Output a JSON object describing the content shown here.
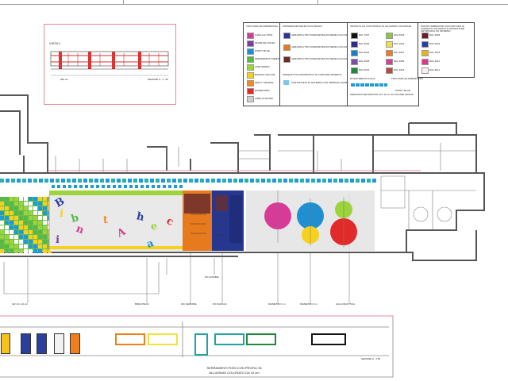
{
  "vista": {
    "title": "VISTA 1",
    "dim_label": "660 cm",
    "scale": "SEZIONE A - 1 : 50"
  },
  "legend_tipo": {
    "heading": "TIPO ANDLUR ARBORIONAL",
    "items": [
      {
        "label": "CADILLAC PINK",
        "color": "#d63c97"
      },
      {
        "label": "MOOR DE VIOLET",
        "color": "#7a3fa0"
      },
      {
        "label": "POPPY BLUE",
        "color": "#1f8fd0"
      },
      {
        "label": "PEPPERMINT GREEN",
        "color": "#56b848"
      },
      {
        "label": "LIME GREEN",
        "color": "#9cd43b"
      },
      {
        "label": "BANANA YELLOW",
        "color": "#f6d21e"
      },
      {
        "label": "ZESTY ORANGE",
        "color": "#f28a1e"
      },
      {
        "label": "POWER RED",
        "color": "#e12b2b"
      },
      {
        "label": "CIRRUS SILVER",
        "color": "#cfcfcf"
      }
    ]
  },
  "legend_pav": {
    "heading": "PAVIMENTAZIONE BLOCCO BAGNI",
    "items": [
      {
        "label": "CERAMICA TIPO MARAZZI BAGNI SERIE COLOURS FORMATO 15x15 COLORE BLUE",
        "color": "#27378f"
      },
      {
        "label": "CERAMICA TIPO MARAZZI BAGNI SERIE COLOURS FORMATO 15x15 COLORE ORANGE",
        "color": "#e87a1e"
      },
      {
        "label": "CERAMICA TIPO MARAZZI BAGNI SERIE COLOURS FORMATO 15x15 COLORE BROWN",
        "color": "#6a2d2d"
      }
    ],
    "sub_heading": "PARQUET POLICROMATICO IN CARTONE OFFERTO",
    "sub_item": {
      "label": "CARTONCINO DI OFFERTE CON VERNICE LAVABILE",
      "color": "#7ec6e6"
    }
  },
  "legend_ral": {
    "heading": "INFISSI FLUO CON PROFILI IN ALLUMINIO COLORATE",
    "items": [
      {
        "label": "RAL 7047",
        "color": "#111111"
      },
      {
        "label": "RAL 5002",
        "color": "#2a2f8c"
      },
      {
        "label": "RAL 5024",
        "color": "#1a7fc4"
      },
      {
        "label": "RAL 4005",
        "color": "#7b4fa3"
      },
      {
        "label": "RAL 6032",
        "color": "#1e8a3c"
      },
      {
        "label": "RAL 6018",
        "color": "#8cc63f"
      },
      {
        "label": "RAL 1016",
        "color": "#f1e33a"
      },
      {
        "label": "RAL 2011",
        "color": "#ef7f1a"
      },
      {
        "label": "RAL 4003",
        "color": "#d93f8f"
      },
      {
        "label": "RAL 3016",
        "color": "#b94a3d"
      }
    ],
    "sub_heading": "RIVESTIMENTO FUGA",
    "sub_label": "CERAMICA DECORATIVA 10 x 10 cm DI COLORE GRIGIO",
    "sub_right": "TIPO ANDLUR ARBORIONAL",
    "sub_right_item": "POPPY BLUE"
  },
  "legend_porte": {
    "heading": "PORTE TAMBURATE CON FINITURA IN LAMINATO COLORATO E MANIGLIONE ANTIPANICO SU INTERNO",
    "items": [
      {
        "label": "RAL 3005",
        "color": "#6a1a2a"
      },
      {
        "label": "RAL 5024",
        "color": "#2a3f9e"
      },
      {
        "label": "RAL 1018",
        "color": "#e8b21f"
      },
      {
        "label": "RAL 3011",
        "color": "#d83a8c"
      },
      {
        "label": "RAL 9011",
        "color": "#f2f2f2"
      }
    ]
  },
  "plan": {
    "letters": [
      "B",
      "i",
      "b",
      "n",
      "t",
      "A",
      "h",
      "e",
      "c",
      "i",
      "a"
    ],
    "callouts": [
      "GR 14 x 10 cm",
      "BIBLIOTECA",
      "WC FEMMINE",
      "WC DISABILI",
      "WC MASCHI",
      "DIAMETRO 1 m",
      "DIAMETRO 2 m",
      "AULA DIDATTICA"
    ]
  },
  "elevation": {
    "caption_line1": "SERRAMENTI FISSI CON PROFILI IN",
    "caption_line2": "ALLUMINIO COLORATO DA 10 cm",
    "scale": "SEZIONE A - 1:50"
  }
}
